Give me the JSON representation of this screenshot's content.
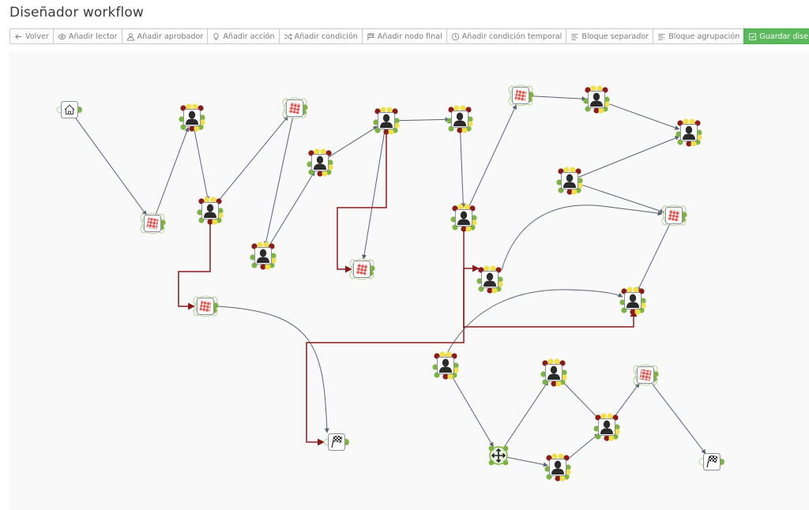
{
  "page": {
    "title": "Diseñador workflow"
  },
  "toolbar": {
    "buttons": [
      {
        "label": "Volver",
        "icon": "arrow-left-icon"
      },
      {
        "label": "Añadir lector",
        "icon": "eye-icon"
      },
      {
        "label": "Añadir aprobador",
        "icon": "user-icon"
      },
      {
        "label": "Añadir acción",
        "icon": "lightbulb-icon"
      },
      {
        "label": "Añadir condición",
        "icon": "shuffle-icon"
      },
      {
        "label": "Añadir nodo final",
        "icon": "flag-icon"
      },
      {
        "label": "Añadir condición temporal",
        "icon": "clock-icon"
      },
      {
        "label": "Bloque separador",
        "icon": "align-left-icon"
      },
      {
        "label": "Bloque agrupación",
        "icon": "align-left-icon"
      },
      {
        "label": "Guardar diseño",
        "icon": "check-square-icon",
        "primary": true
      }
    ]
  },
  "colors": {
    "canvas_bg": "#f9f9f9",
    "edge": "#5a6272",
    "edge_highlight": "#8b1a1a",
    "port_green": "#7cb342",
    "port_darkred": "#8b1a1a",
    "port_yellow": "#f0e04a",
    "condition_red": "#d9534f",
    "primary_button": "#5cb85c"
  },
  "diagram": {
    "nodes": [
      {
        "id": "start",
        "kind": "start",
        "icon": "home-icon"
      },
      {
        "id": "c1",
        "kind": "condition",
        "icon": "checker-icon"
      },
      {
        "id": "u1",
        "kind": "approver",
        "icon": "user-silhouette-icon"
      },
      {
        "id": "u2",
        "kind": "approver",
        "icon": "user-silhouette-icon"
      },
      {
        "id": "c2",
        "kind": "condition",
        "icon": "checker-icon"
      },
      {
        "id": "c3",
        "kind": "condition",
        "icon": "checker-icon"
      },
      {
        "id": "u3",
        "kind": "approver",
        "icon": "user-silhouette-icon"
      },
      {
        "id": "u4",
        "kind": "approver",
        "icon": "user-silhouette-icon"
      },
      {
        "id": "u5",
        "kind": "approver",
        "icon": "user-silhouette-icon"
      },
      {
        "id": "c4",
        "kind": "condition",
        "icon": "checker-icon"
      },
      {
        "id": "u6",
        "kind": "approver",
        "icon": "user-silhouette-icon"
      },
      {
        "id": "u7",
        "kind": "approver",
        "icon": "user-silhouette-icon"
      },
      {
        "id": "c5",
        "kind": "condition",
        "icon": "checker-icon"
      },
      {
        "id": "u8",
        "kind": "approver",
        "icon": "user-silhouette-icon"
      },
      {
        "id": "u9",
        "kind": "approver",
        "icon": "user-silhouette-icon"
      },
      {
        "id": "u10",
        "kind": "approver",
        "icon": "user-silhouette-icon"
      },
      {
        "id": "c6",
        "kind": "condition",
        "icon": "checker-icon"
      },
      {
        "id": "u11",
        "kind": "approver",
        "icon": "user-silhouette-icon"
      },
      {
        "id": "u12",
        "kind": "approver",
        "icon": "user-silhouette-icon"
      },
      {
        "id": "u13",
        "kind": "approver",
        "icon": "user-silhouette-icon"
      },
      {
        "id": "f1",
        "kind": "final",
        "icon": "checkered-flag-icon"
      },
      {
        "id": "u14",
        "kind": "approver",
        "icon": "user-silhouette-icon"
      },
      {
        "id": "g1",
        "kind": "action",
        "icon": "move-arrows-icon"
      },
      {
        "id": "u15",
        "kind": "approver",
        "icon": "user-silhouette-icon"
      },
      {
        "id": "u16",
        "kind": "approver",
        "icon": "user-silhouette-icon"
      },
      {
        "id": "c7",
        "kind": "condition",
        "icon": "checker-icon"
      },
      {
        "id": "f2",
        "kind": "final",
        "icon": "checkered-flag-icon"
      }
    ],
    "edges": [
      {
        "from": "start",
        "to": "c1"
      },
      {
        "from": "c1",
        "to": "u1"
      },
      {
        "from": "u1",
        "to": "u2"
      },
      {
        "from": "u2",
        "to": "c2"
      },
      {
        "from": "u2",
        "to": "c3",
        "highlight": true
      },
      {
        "from": "c3",
        "to": "f1"
      },
      {
        "from": "c2",
        "to": "u3"
      },
      {
        "from": "u3",
        "to": "u4"
      },
      {
        "from": "u4",
        "to": "u5"
      },
      {
        "from": "u5",
        "to": "c4"
      },
      {
        "from": "u5",
        "to": "c4",
        "highlight": true
      },
      {
        "from": "u5",
        "to": "u6"
      },
      {
        "from": "u6",
        "to": "u7"
      },
      {
        "from": "u7",
        "to": "c5"
      },
      {
        "from": "c5",
        "to": "u8"
      },
      {
        "from": "u8",
        "to": "u9"
      },
      {
        "from": "u10",
        "to": "u9"
      },
      {
        "from": "u10",
        "to": "c6"
      },
      {
        "from": "u11",
        "to": "c6"
      },
      {
        "from": "c6",
        "to": "u12"
      },
      {
        "from": "u7",
        "to": "u11",
        "highlight": true
      },
      {
        "from": "u7",
        "to": "u12",
        "highlight": true
      },
      {
        "from": "u7",
        "to": "f1",
        "highlight": true
      },
      {
        "from": "u13",
        "to": "u12"
      },
      {
        "from": "u13",
        "to": "g1"
      },
      {
        "from": "g1",
        "to": "u14"
      },
      {
        "from": "g1",
        "to": "u15"
      },
      {
        "from": "u14",
        "to": "u16"
      },
      {
        "from": "u15",
        "to": "u16"
      },
      {
        "from": "u16",
        "to": "c7"
      },
      {
        "from": "c7",
        "to": "f2"
      }
    ]
  }
}
